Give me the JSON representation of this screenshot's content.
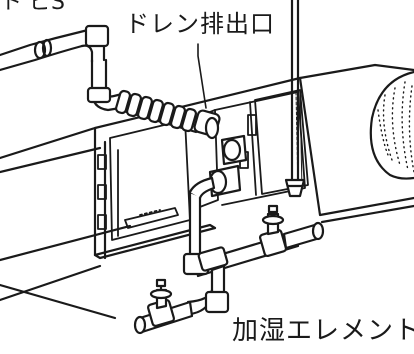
{
  "labels": {
    "top_left": "ト ビS",
    "drain_outlet": "ドレン排出口",
    "element": "加湿エレメント"
  }
}
